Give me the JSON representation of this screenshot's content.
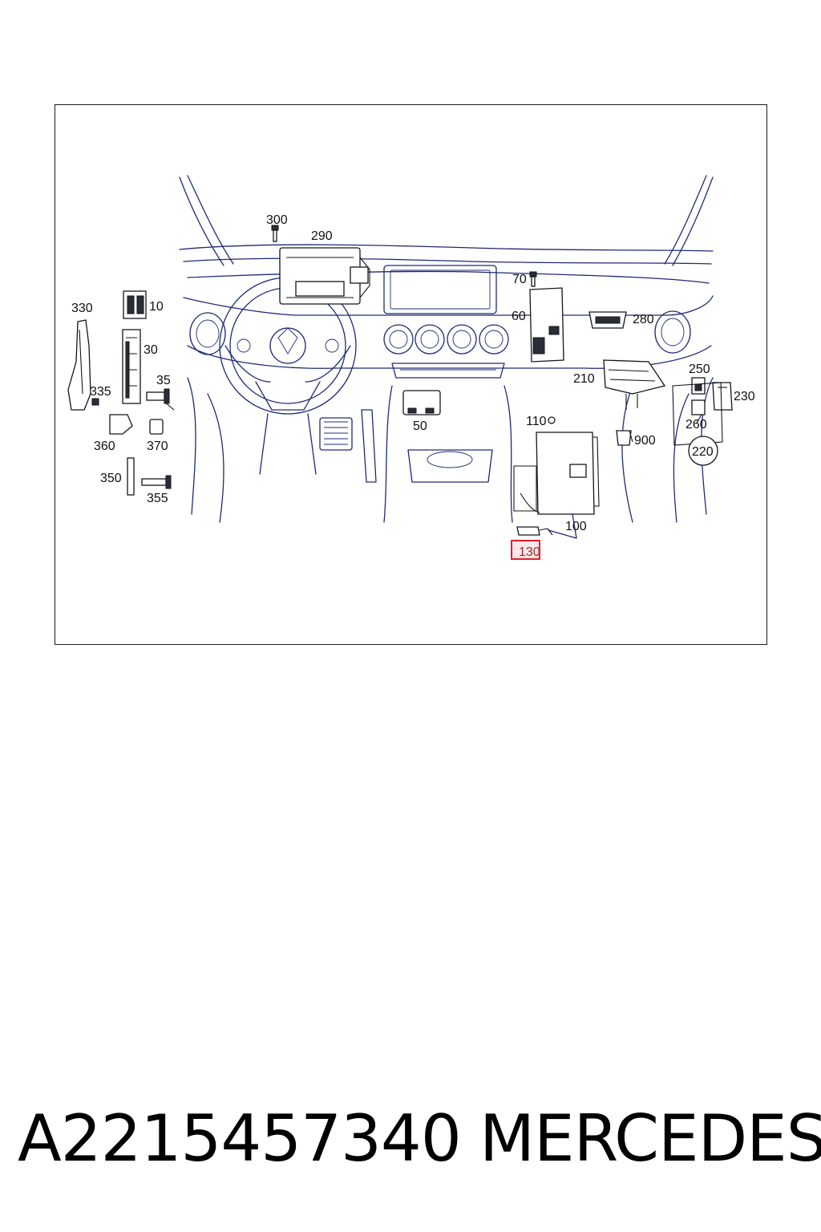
{
  "diagram": {
    "callouts": [
      {
        "id": "c300",
        "text": "300"
      },
      {
        "id": "c290",
        "text": "290"
      },
      {
        "id": "c10",
        "text": "10"
      },
      {
        "id": "c330",
        "text": "330"
      },
      {
        "id": "c30",
        "text": "30"
      },
      {
        "id": "c35",
        "text": "35"
      },
      {
        "id": "c335",
        "text": "335"
      },
      {
        "id": "c360",
        "text": "360"
      },
      {
        "id": "c370",
        "text": "370"
      },
      {
        "id": "c350",
        "text": "350"
      },
      {
        "id": "c355",
        "text": "355"
      },
      {
        "id": "c50",
        "text": "50"
      },
      {
        "id": "c70",
        "text": "70"
      },
      {
        "id": "c60",
        "text": "60"
      },
      {
        "id": "c280",
        "text": "280"
      },
      {
        "id": "c210",
        "text": "210"
      },
      {
        "id": "c250",
        "text": "250"
      },
      {
        "id": "c230",
        "text": "230"
      },
      {
        "id": "c260",
        "text": "260"
      },
      {
        "id": "c220",
        "text": "220"
      },
      {
        "id": "c110",
        "text": "110"
      },
      {
        "id": "c900",
        "text": "900"
      },
      {
        "id": "c100",
        "text": "100"
      }
    ],
    "highlighted": {
      "text": "130",
      "color": "#e0212b"
    },
    "line_color": "#1e2a78"
  },
  "caption": {
    "part_number": "A2215457340",
    "brand": "MERCEDES"
  }
}
